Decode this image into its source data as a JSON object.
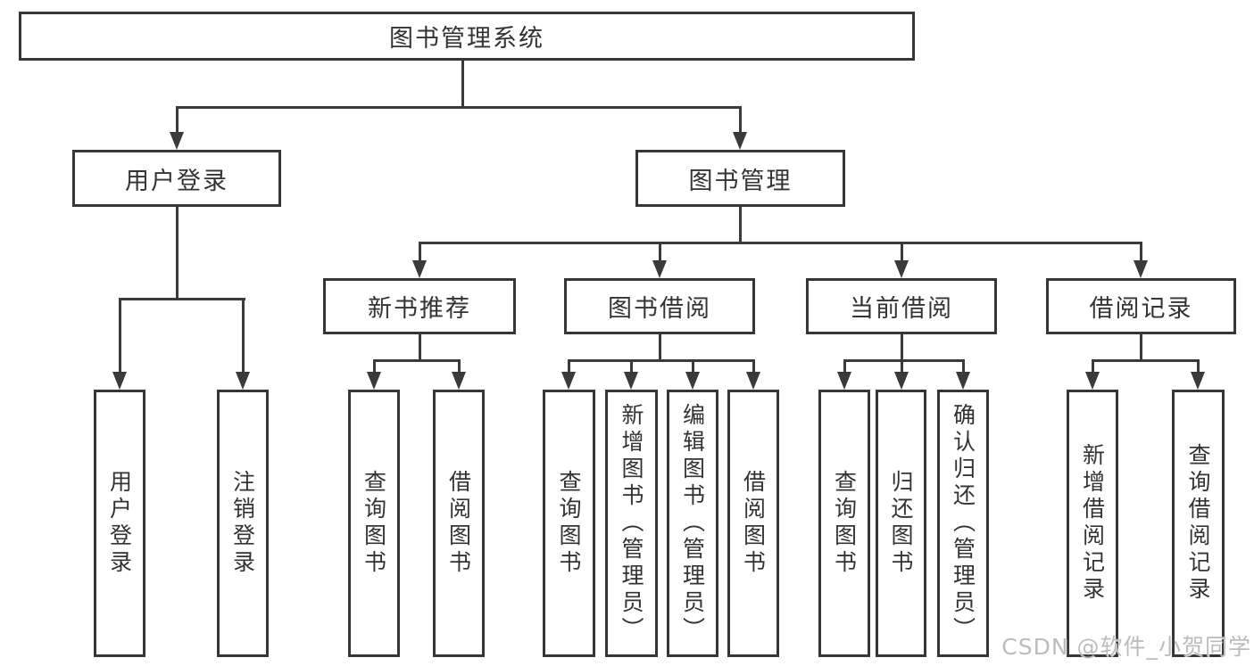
{
  "nodes": {
    "root": "图书管理系统",
    "user_login": "用户登录",
    "book_management": "图书管理",
    "new_book_recommend": "新书推荐",
    "book_borrowing": "图书借阅",
    "current_borrowing": "当前借阅",
    "borrowing_records": "借阅记录"
  },
  "leaves": {
    "user_login": [
      "用户登录",
      "注销登录"
    ],
    "new_book_recommend": [
      "查询图书",
      "借阅图书"
    ],
    "book_borrowing": [
      "查询图书",
      "新增图书（管理员）",
      "编辑图书（管理员）",
      "借阅图书"
    ],
    "current_borrowing": [
      "查询图书",
      "归还图书",
      "确认归还（管理员）"
    ],
    "borrowing_records": [
      "新增借阅记录",
      "查询借阅记录"
    ]
  },
  "watermark": "CSDN @软件_小贺同学",
  "colors": {
    "line": "#3a3a3a",
    "box_border": "#363636",
    "text": "#333333",
    "background": "#ffffff",
    "watermark": "#bcbcbc"
  }
}
